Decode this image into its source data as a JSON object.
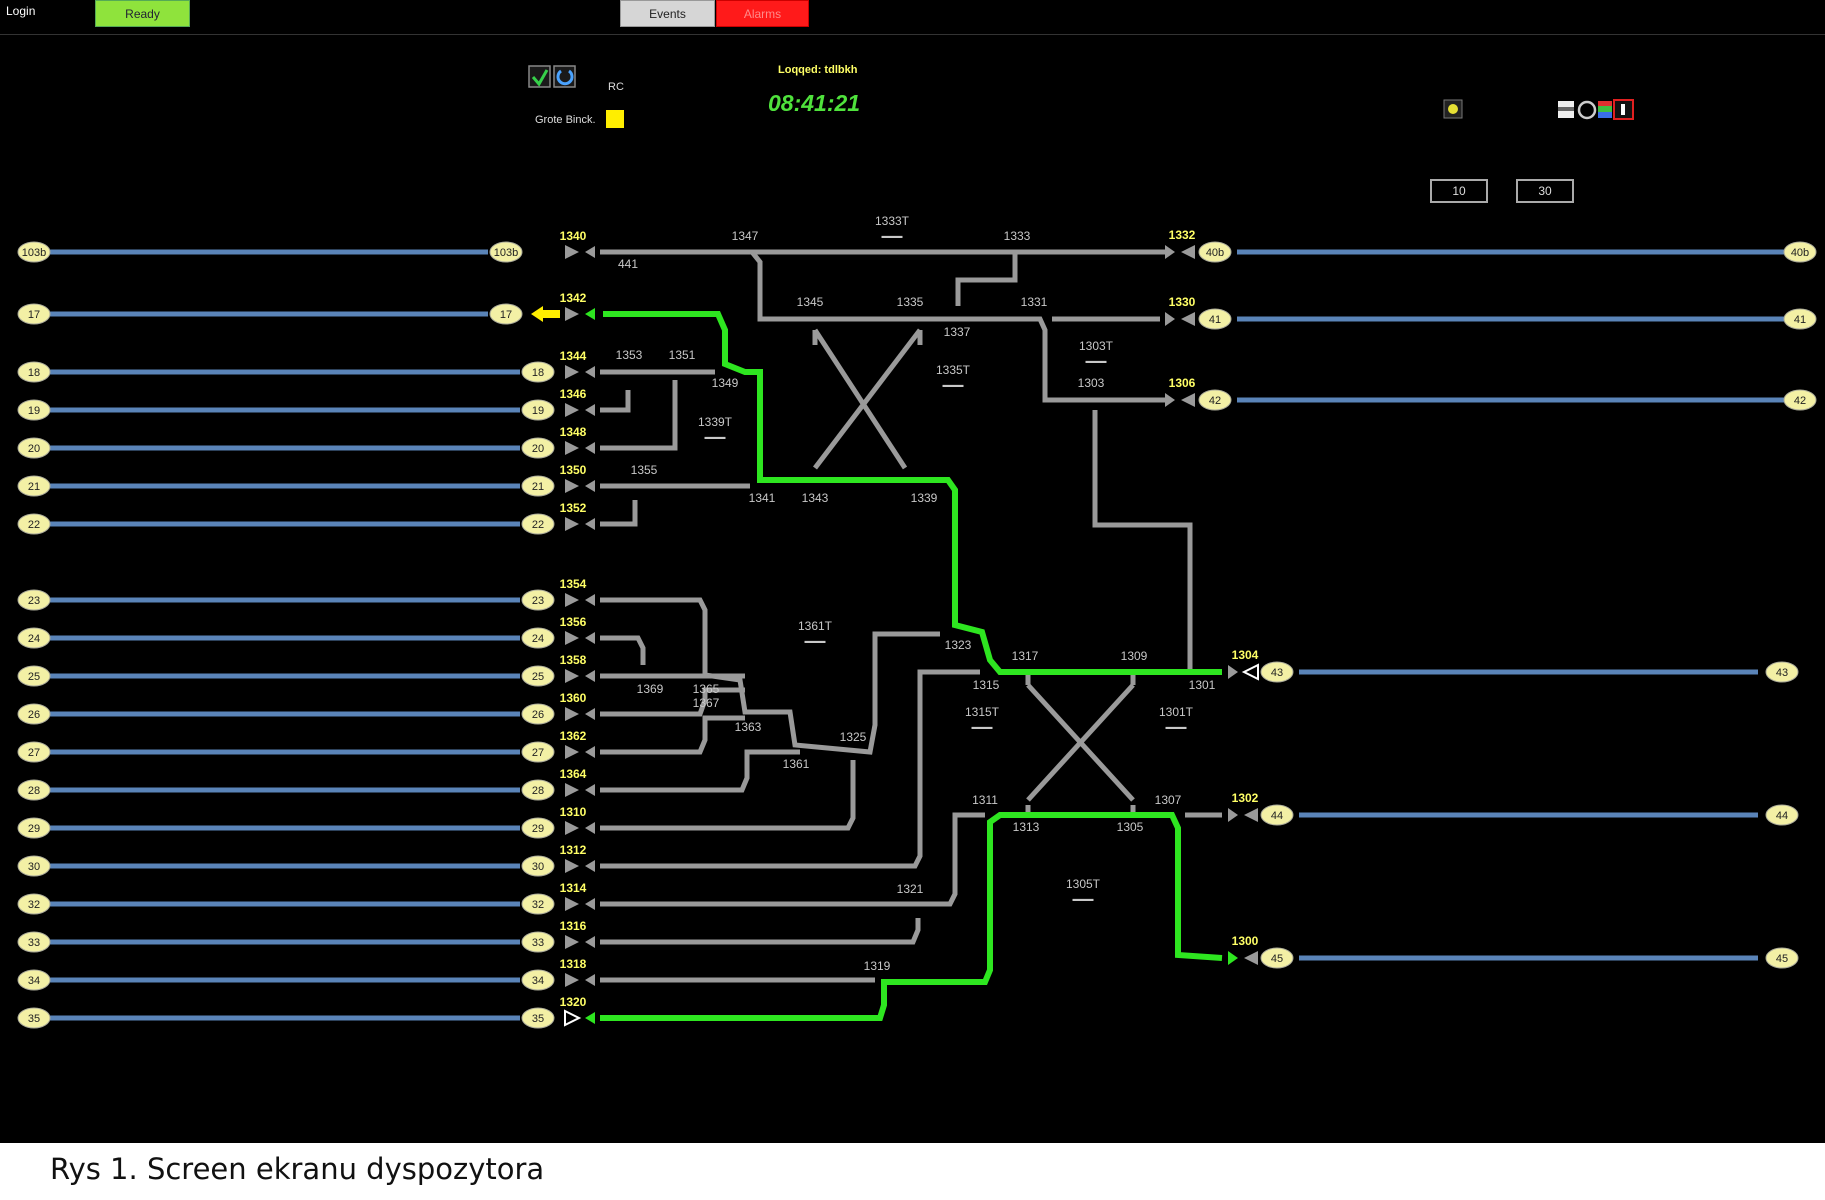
{
  "topbar": {
    "login_label": "Login",
    "ready_label": "Ready",
    "events_label": "Events",
    "alarms_label": "Alarms"
  },
  "header": {
    "rc_label": "RC",
    "grote_label": "Grote Binck.",
    "logged_label": "Loqqed: tdlbkh",
    "clock": "08:41:21",
    "box_10": "10",
    "box_30": "30"
  },
  "colors": {
    "track_blue": "#5a84b8",
    "track_grey": "#9a9a9a",
    "route_green": "#2ee620",
    "signal_label": "#ffff66",
    "badge_fill": "#f3f0a5",
    "ready_green": "#8fe33c",
    "alarm_red": "#ff1a1a"
  },
  "left_tracks": [
    {
      "id": "103b",
      "signal": "1340"
    },
    {
      "id": "17",
      "signal": "1342"
    },
    {
      "id": "18",
      "signal": "1344"
    },
    {
      "id": "19",
      "signal": "1346"
    },
    {
      "id": "20",
      "signal": "1348"
    },
    {
      "id": "21",
      "signal": "1350"
    },
    {
      "id": "22",
      "signal": "1352"
    },
    {
      "id": "23",
      "signal": "1354"
    },
    {
      "id": "24",
      "signal": "1356"
    },
    {
      "id": "25",
      "signal": "1358"
    },
    {
      "id": "26",
      "signal": "1360"
    },
    {
      "id": "27",
      "signal": "1362"
    },
    {
      "id": "28",
      "signal": "1364"
    },
    {
      "id": "29",
      "signal": "1310"
    },
    {
      "id": "30",
      "signal": "1312"
    },
    {
      "id": "32",
      "signal": "1314"
    },
    {
      "id": "33",
      "signal": "1316"
    },
    {
      "id": "34",
      "signal": "1318"
    },
    {
      "id": "35",
      "signal": "1320"
    }
  ],
  "right_tracks": [
    {
      "id": "40b",
      "signal": "1332"
    },
    {
      "id": "41",
      "signal": "1330"
    },
    {
      "id": "42",
      "signal": "1306"
    },
    {
      "id": "43",
      "signal": "1304"
    },
    {
      "id": "44",
      "signal": "1302"
    },
    {
      "id": "45",
      "signal": "1300"
    }
  ],
  "switch_labels": [
    "441",
    "1347",
    "1333T",
    "1333",
    "1345",
    "1335",
    "1331",
    "1337",
    "1303T",
    "1303",
    "1353",
    "1351",
    "1349",
    "1335T",
    "1339T",
    "1355",
    "1341",
    "1343",
    "1339",
    "1361T",
    "1323",
    "1317",
    "1309",
    "1315",
    "1301",
    "1369",
    "1365",
    "1367",
    "1363",
    "1325",
    "1361",
    "1315T",
    "1301T",
    "1311",
    "1307",
    "1313",
    "1305",
    "1305T",
    "1321",
    "1319"
  ],
  "caption": "Rys 1. Screen ekranu dyspozytora"
}
